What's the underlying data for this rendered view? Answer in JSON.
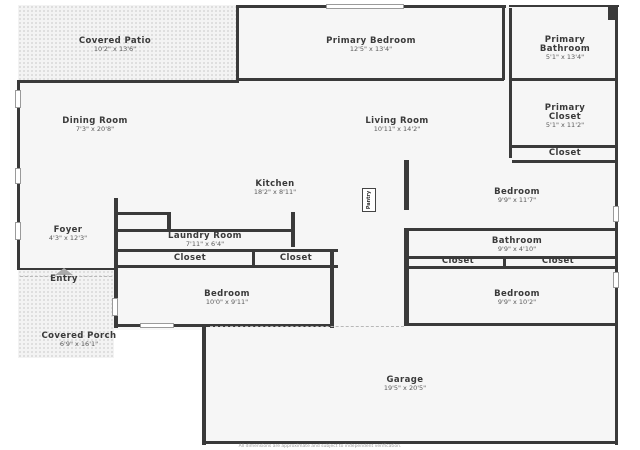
{
  "rooms": {
    "covered_patio": {
      "name": "Covered Patio",
      "dims": "10'2\" x 13'6\""
    },
    "primary_bedroom": {
      "name": "Primary Bedroom",
      "dims": "12'5\" x 13'4\""
    },
    "primary_bathroom": {
      "name": "Primary Bathroom",
      "dims": "5'1\" x 13'4\""
    },
    "dining_room": {
      "name": "Dining Room",
      "dims": "7'3\" x 20'8\""
    },
    "living_room": {
      "name": "Living Room",
      "dims": "10'11\" x 14'2\""
    },
    "primary_closet": {
      "name": "Primary Closet",
      "dims": "5'1\" x 11'2\""
    },
    "closet_right_top": {
      "name": "Closet"
    },
    "kitchen": {
      "name": "Kitchen",
      "dims": "18'2\" x 8'11\""
    },
    "pantry": {
      "name": "Pantry"
    },
    "bedroom_right_upper": {
      "name": "Bedroom",
      "dims": "9'9\" x 11'7\""
    },
    "foyer": {
      "name": "Foyer",
      "dims": "4'3\" x 12'3\""
    },
    "laundry_room": {
      "name": "Laundry Room",
      "dims": "7'11\" x 6'4\""
    },
    "bathroom": {
      "name": "Bathroom",
      "dims": "9'9\" x 4'10\""
    },
    "closet_left_a": {
      "name": "Closet"
    },
    "closet_left_b": {
      "name": "Closet"
    },
    "closet_right_a": {
      "name": "Closet"
    },
    "closet_right_b": {
      "name": "Closet"
    },
    "entry": {
      "name": "Entry"
    },
    "bedroom_left": {
      "name": "Bedroom",
      "dims": "10'0\" x 9'11\""
    },
    "bedroom_right_lower": {
      "name": "Bedroom",
      "dims": "9'9\" x 10'2\""
    },
    "covered_porch": {
      "name": "Covered Porch",
      "dims": "6'9\" x 16'1\""
    },
    "garage": {
      "name": "Garage",
      "dims": "19'5\" x 20'5\""
    }
  },
  "disclaimer": "All dimensions are approximate and subject to independent verification."
}
